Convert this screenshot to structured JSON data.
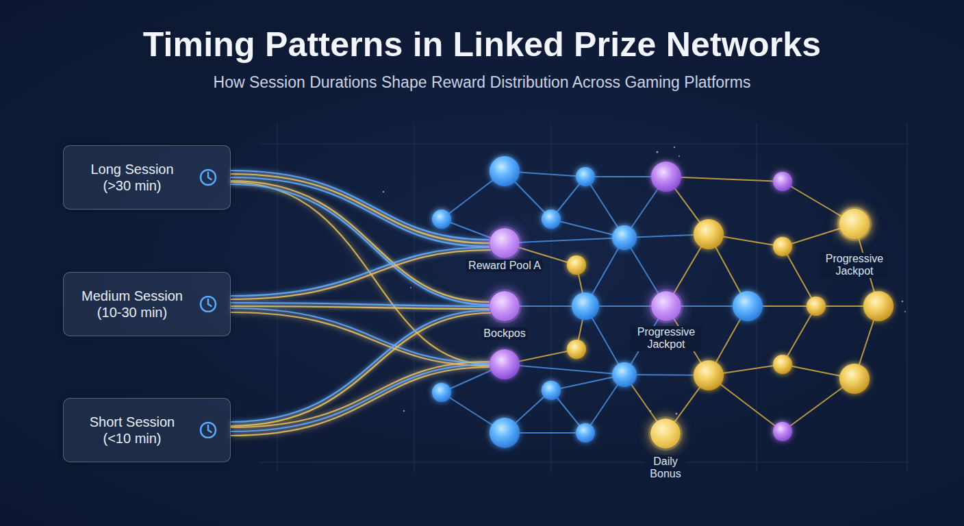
{
  "diagram": {
    "title": "Timing Patterns in Linked Prize Networks",
    "nodes": [
      {
        "text": [
          "Long Session (>30 min)"
        ]
      },
      {
        "text": [
          "Medium Session (10-30 min)"
        ]
      },
      {
        "text": [
          "Short Session (<10 min)"
        ]
      },
      {
        "text": [
          "Reward Pool A"
        ]
      },
      {
        "text": [
          "Bockpos"
        ]
      },
      {
        "text": [
          "Progressive Jackpot"
        ]
      },
      {
        "text": [
          "Progressive Jackpot"
        ]
      },
      {
        "text": [
          "Daily Bonus"
        ]
      }
    ],
    "edges": [
      {
        "from": 0,
        "to": 3,
        "arrow": "none"
      },
      {
        "from": 0,
        "to": 4,
        "arrow": "none"
      },
      {
        "from": 1,
        "to": 3,
        "arrow": "none"
      },
      {
        "from": 1,
        "to": 4,
        "arrow": "none"
      },
      {
        "from": 2,
        "to": 4,
        "arrow": "none"
      }
    ],
    "labels": [
      "How Session Durations Shape Reward Distribution Across Gaming Platforms"
    ]
  }
}
